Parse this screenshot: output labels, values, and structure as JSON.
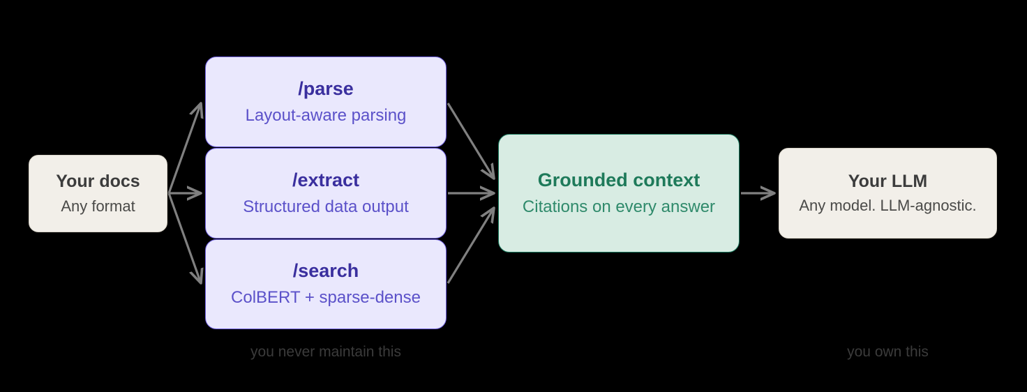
{
  "diagram": {
    "background_color": "#000000",
    "arrow_color": "#808080",
    "nodes": [
      {
        "id": "your-docs",
        "title": "Your docs",
        "subtitle": "Any format",
        "fill": "#f2efe9",
        "border": "#d9d4c9",
        "title_color": "#3c3c3c",
        "subtitle_color": "#4a4a48"
      },
      {
        "id": "parse",
        "title": "/parse",
        "subtitle": "Layout-aware parsing",
        "fill": "#eae8fd",
        "border": "#6f60e0",
        "title_color": "#3a2f9e",
        "subtitle_color": "#5b51c9"
      },
      {
        "id": "extract",
        "title": "/extract",
        "subtitle": "Structured data output",
        "fill": "#eae8fd",
        "border": "#6f60e0",
        "title_color": "#3a2f9e",
        "subtitle_color": "#5b51c9"
      },
      {
        "id": "search",
        "title": "/search",
        "subtitle": "ColBERT + sparse-dense",
        "fill": "#eae8fd",
        "border": "#6f60e0",
        "title_color": "#3a2f9e",
        "subtitle_color": "#5b51c9"
      },
      {
        "id": "grounded",
        "title": "Grounded context",
        "subtitle": "Citations on every answer",
        "fill": "#d8ece3",
        "border": "#1a7a5e",
        "title_color": "#1e7a5a",
        "subtitle_color": "#2f8a6b"
      },
      {
        "id": "your-llm",
        "title": "Your LLM",
        "subtitle": "Any model. LLM-agnostic.",
        "fill": "#f2efe9",
        "border": "#d9d4c9",
        "title_color": "#3c3c3c",
        "subtitle_color": "#4a4a48"
      }
    ],
    "captions": {
      "left": "you never maintain this",
      "right": "you own this"
    },
    "edges": [
      {
        "from": "your-docs",
        "to": "parse"
      },
      {
        "from": "your-docs",
        "to": "extract"
      },
      {
        "from": "your-docs",
        "to": "search"
      },
      {
        "from": "parse",
        "to": "grounded"
      },
      {
        "from": "extract",
        "to": "grounded"
      },
      {
        "from": "search",
        "to": "grounded"
      },
      {
        "from": "grounded",
        "to": "your-llm"
      }
    ]
  }
}
